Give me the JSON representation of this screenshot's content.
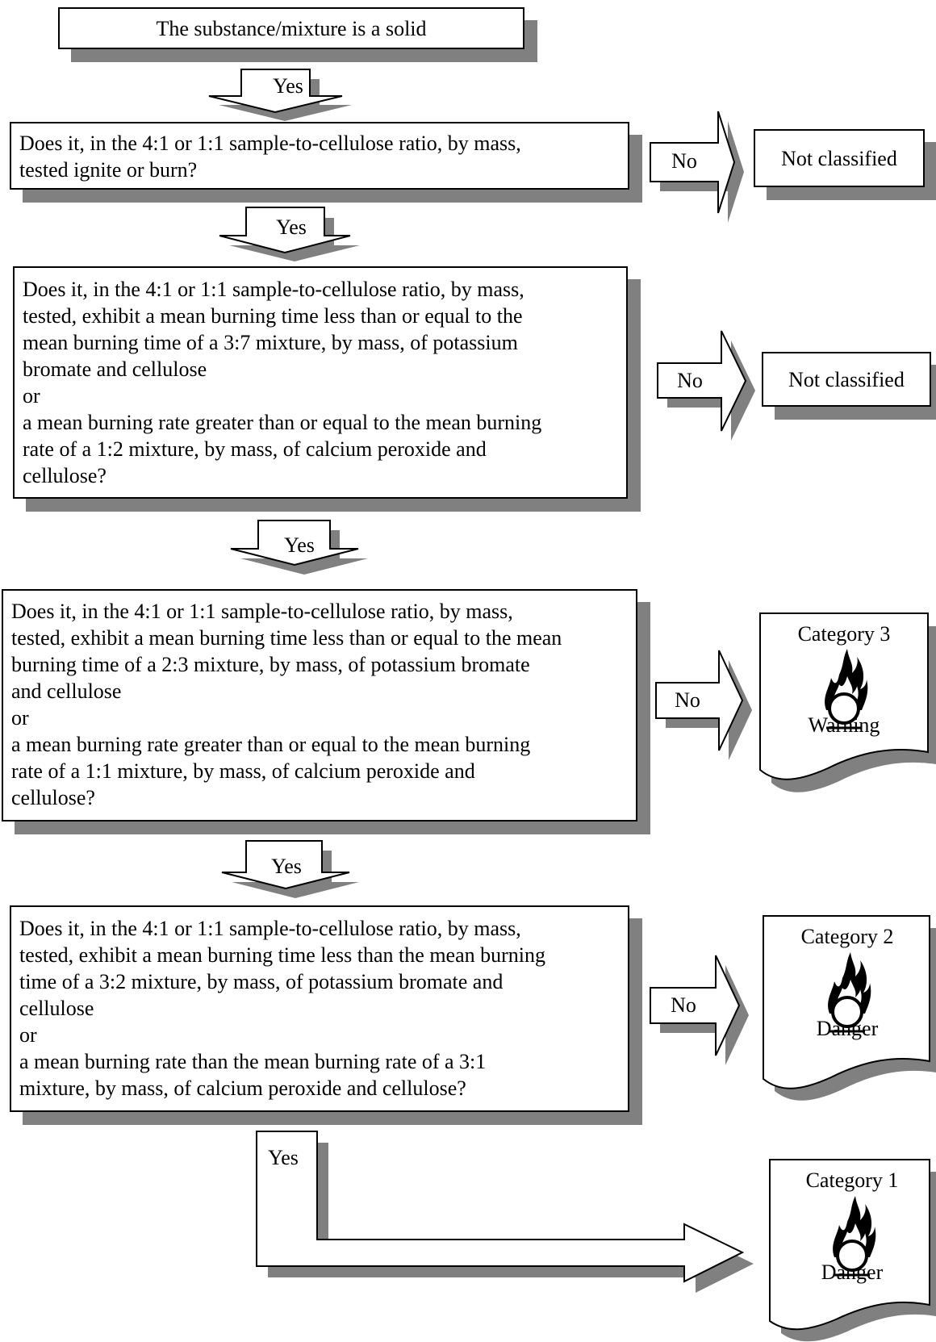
{
  "flowchart": {
    "start": {
      "text": "The substance/mixture is a solid"
    },
    "q1": {
      "text": "Does it, in the 4:1 or 1:1 sample-to-cellulose ratio, by mass,\ntested ignite or burn?"
    },
    "q2": {
      "text": "Does it, in the 4:1 or 1:1 sample-to-cellulose ratio, by mass,\ntested, exhibit a mean burning time less than or equal to the\nmean burning time of a 3:7 mixture, by mass, of potassium\nbromate and cellulose\nor\na mean burning rate greater than or equal to the mean burning\nrate of a 1:2 mixture, by mass, of calcium peroxide and\ncellulose?"
    },
    "q3": {
      "text": "Does it, in the 4:1 or 1:1 sample-to-cellulose ratio, by mass,\ntested, exhibit a mean burning time less than or equal to the mean\nburning time of a 2:3 mixture, by mass, of potassium bromate\nand cellulose\nor\na mean burning rate greater than or equal to the mean burning\nrate of a 1:1 mixture, by mass, of calcium peroxide and\ncellulose?"
    },
    "q4": {
      "text": "Does it, in the 4:1 or 1:1 sample-to-cellulose ratio, by mass,\ntested, exhibit a mean burning time less than the mean burning\ntime of a 3:2 mixture, by mass, of potassium bromate and\ncellulose\nor\na mean burning rate than the mean burning rate of a 3:1\nmixture, by mass, of calcium peroxide and cellulose?"
    },
    "yes_labels": [
      "Yes",
      "Yes",
      "Yes",
      "Yes",
      "Yes"
    ],
    "no_labels": [
      "No",
      "No",
      "No",
      "No"
    ],
    "outcome_not_classified_1": "Not classified",
    "outcome_not_classified_2": "Not classified",
    "cat3": {
      "category": "Category 3",
      "signal_word": "Warning",
      "pictogram": "flame-over-circle-icon"
    },
    "cat2": {
      "category": "Category 2",
      "signal_word": "Danger",
      "pictogram": "flame-over-circle-icon"
    },
    "cat1": {
      "category": "Category 1",
      "signal_word": "Danger",
      "pictogram": "flame-over-circle-icon"
    }
  },
  "colors": {
    "shadow": "#808080",
    "line": "#000000",
    "fill": "#ffffff"
  }
}
